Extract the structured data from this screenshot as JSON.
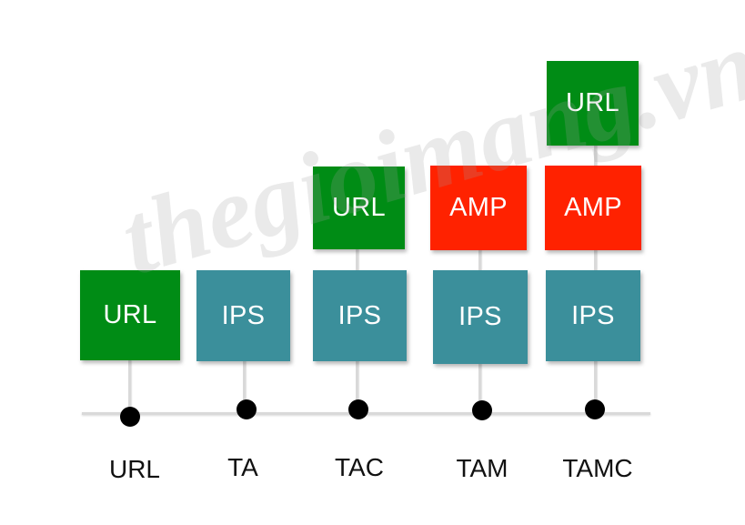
{
  "colors": {
    "url": "#008c15",
    "amp": "#ff2200",
    "ips": "#3b8f9b"
  },
  "watermark": "thegioimang.vn",
  "columns": [
    {
      "label": "URL",
      "blocks": [
        {
          "text": "URL",
          "kind": "url"
        }
      ]
    },
    {
      "label": "TA",
      "blocks": [
        {
          "text": "IPS",
          "kind": "ips"
        }
      ]
    },
    {
      "label": "TAC",
      "blocks": [
        {
          "text": "IPS",
          "kind": "ips"
        },
        {
          "text": "URL",
          "kind": "url"
        }
      ]
    },
    {
      "label": "TAM",
      "blocks": [
        {
          "text": "IPS",
          "kind": "ips"
        },
        {
          "text": "AMP",
          "kind": "amp"
        }
      ]
    },
    {
      "label": "TAMC",
      "blocks": [
        {
          "text": "IPS",
          "kind": "ips"
        },
        {
          "text": "AMP",
          "kind": "amp"
        },
        {
          "text": "URL",
          "kind": "url"
        }
      ]
    }
  ]
}
